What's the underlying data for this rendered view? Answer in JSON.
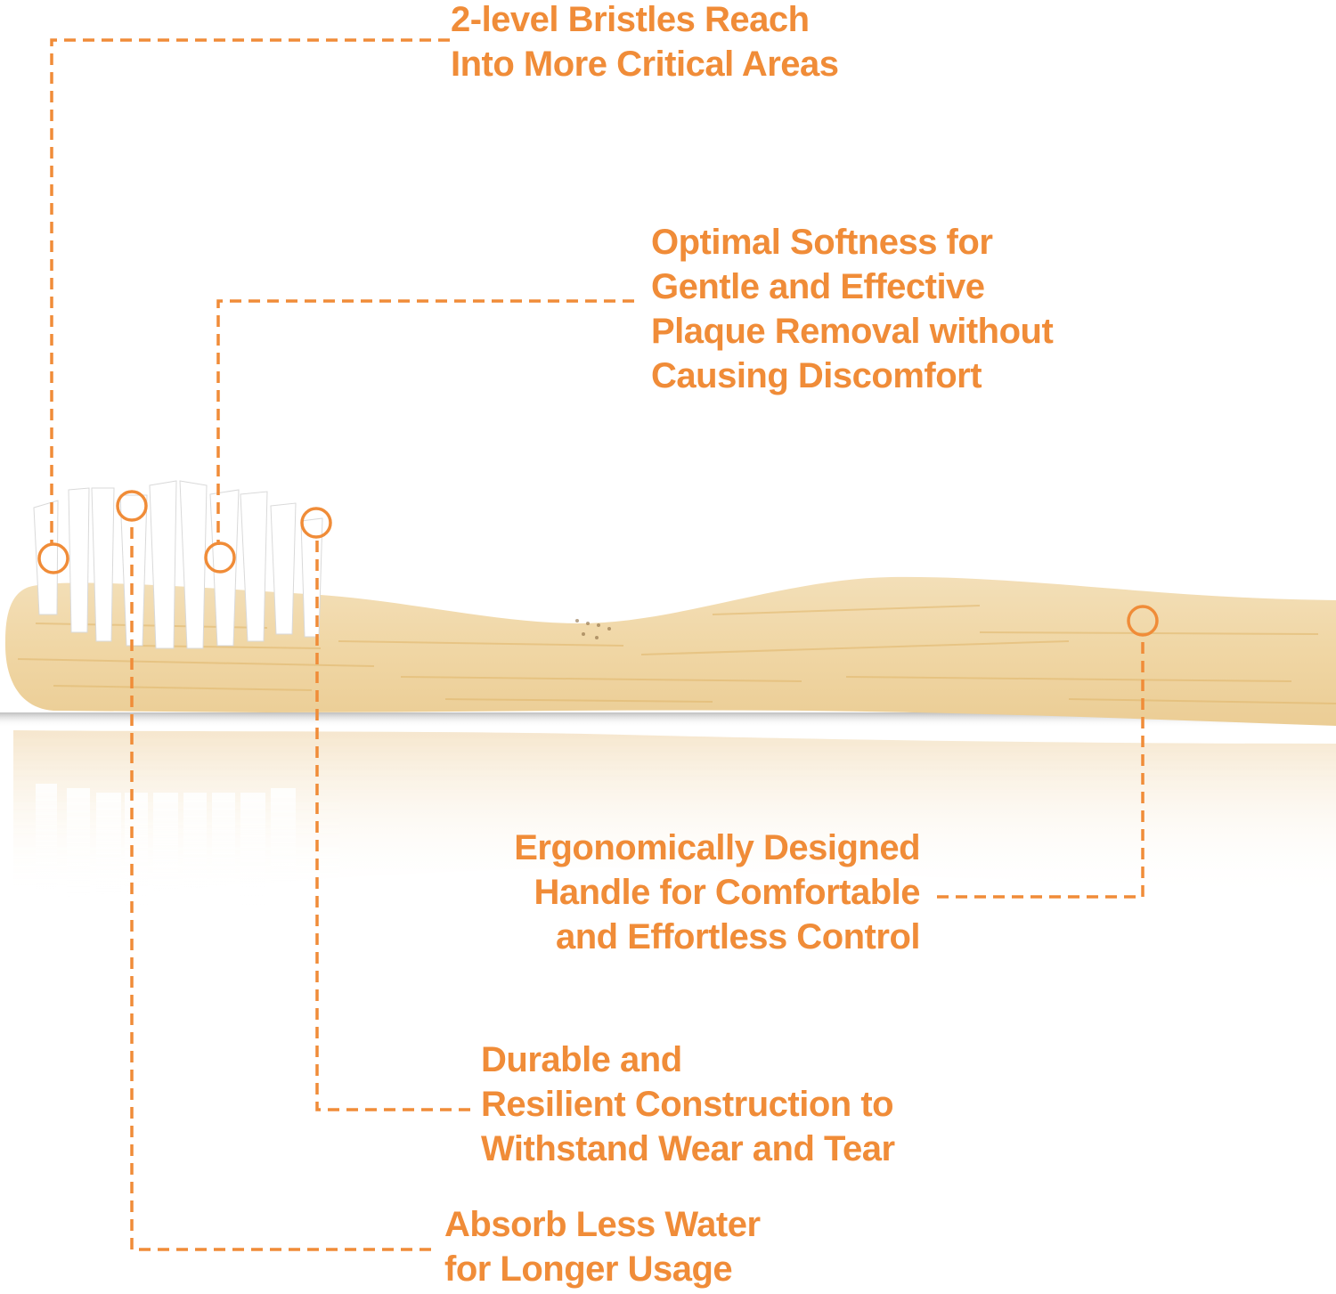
{
  "colors": {
    "accent": "#f08c38",
    "bamboo": "#f1d9ad",
    "bamboo_grain": "#e2b86a",
    "bristle": "#ffffff",
    "background": "#ffffff"
  },
  "callouts": [
    {
      "id": "bristles",
      "lines": [
        "2-level Bristles Reach",
        "Into More Critical Areas"
      ]
    },
    {
      "id": "softness",
      "lines": [
        "Optimal Softness for",
        "Gentle and Effective",
        "Plaque Removal without",
        "Causing Discomfort"
      ]
    },
    {
      "id": "ergonomic",
      "lines": [
        "Ergonomically Designed",
        "Handle for Comfortable",
        "and Effortless Control"
      ]
    },
    {
      "id": "durable",
      "lines": [
        "Durable and",
        "Resilient Construction to",
        "Withstand Wear and Tear"
      ]
    },
    {
      "id": "absorb",
      "lines": [
        "Absorb Less Water",
        "for Longer Usage"
      ]
    }
  ],
  "product": {
    "name": "bamboo-toothbrush",
    "markers": 5
  }
}
